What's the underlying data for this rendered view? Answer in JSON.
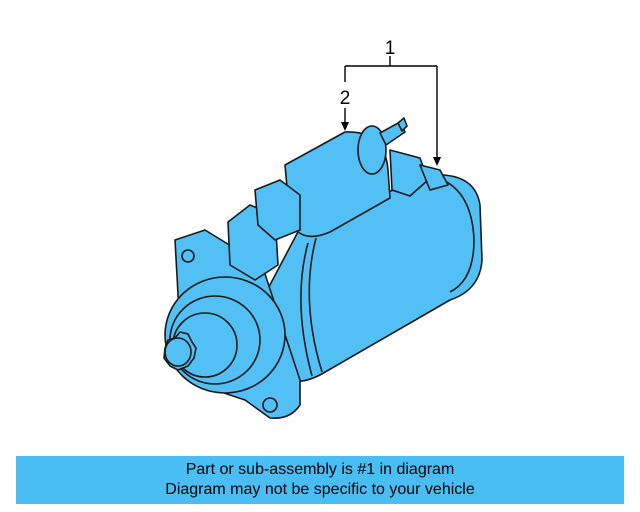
{
  "colors": {
    "part_fill": "#52c0f5",
    "outline": "#1a1a1a",
    "caption_bg": "#48bef4"
  },
  "callouts": [
    {
      "number": "1"
    },
    {
      "number": "2"
    }
  ],
  "caption": {
    "line1": "Part or sub-assembly is #1 in diagram",
    "line2": "Diagram may not be specific to your vehicle"
  }
}
